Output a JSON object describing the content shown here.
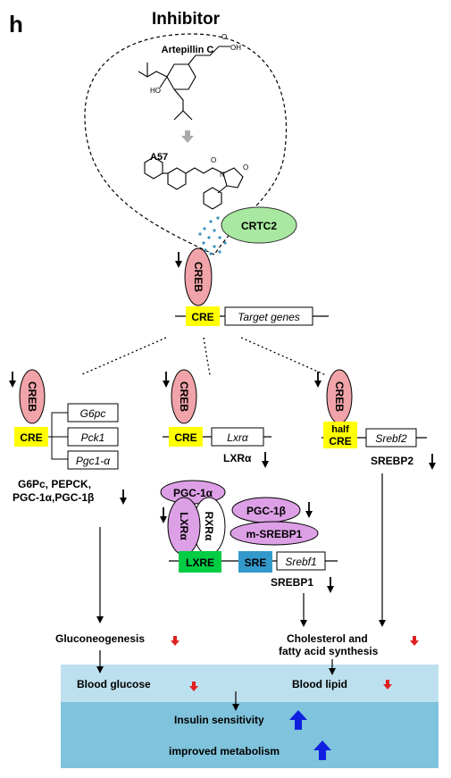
{
  "panel_label": "h",
  "title": "Inhibitor",
  "compounds": {
    "artepillin": "Artepillin C",
    "a57": "A57",
    "ho": "HO",
    "oh": "OH",
    "o": "O",
    "n": "N"
  },
  "crtc2": "CRTC2",
  "creb": "CREB",
  "cre": "CRE",
  "target_genes": "Target genes",
  "left_branch": {
    "genes": [
      "G6pc",
      "Pck1",
      "Pgc1-α"
    ],
    "proteins_line1": "G6Pc, PEPCK,",
    "proteins_line2": "PGC-1α,PGC-1β"
  },
  "middle_branch": {
    "gene": "Lxrα",
    "protein": "LXRα",
    "pgc1a": "PGC-1α",
    "lxra": "LXRα",
    "rxra": "RXRα",
    "lxre": "LXRE"
  },
  "right_middle": {
    "pgc1b": "PGC-1β",
    "msrebp1": "m-SREBP1",
    "sre": "SRE",
    "gene": "Srebf1",
    "protein": "SREBP1"
  },
  "right_branch": {
    "half": "half",
    "cre": "CRE",
    "gene": "Srebf2",
    "protein": "SREBP2"
  },
  "outcomes": {
    "gluconeogenesis": "Gluconeogenesis",
    "cholesterol_line1": "Cholesterol  and",
    "cholesterol_line2": "fatty acid synthesis",
    "blood_glucose": "Blood glucose",
    "blood_lipid": "Blood lipid",
    "insulin": "Insulin sensitivity",
    "metabolism": "improved metabolism"
  },
  "colors": {
    "creb": "#f0a3a8",
    "cre": "#ffff00",
    "crtc2": "#a8e8a0",
    "purple": "#dda0e6",
    "lxre": "#00cc44",
    "sre": "#3399cc",
    "band_light": "#bde0ee",
    "band_dark": "#7fc3dc",
    "down_red": "#e02020",
    "up_blue": "#1020e0"
  }
}
